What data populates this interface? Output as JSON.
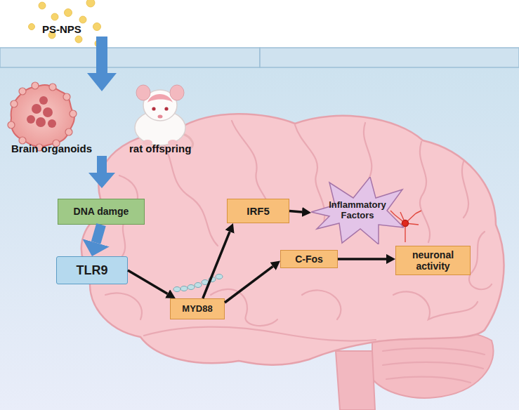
{
  "diagram": {
    "nodes": [
      {
        "text": [
          "DNA damge"
        ]
      },
      {
        "text": [
          "TLR9"
        ]
      },
      {
        "text": [
          "MYD88"
        ]
      },
      {
        "text": [
          "IRF5"
        ]
      },
      {
        "text": [
          "Inflammatory Factors"
        ]
      },
      {
        "text": [
          "C-Fos"
        ]
      },
      {
        "text": [
          "neuronal activity"
        ]
      }
    ],
    "edges": [
      {
        "from": 0,
        "to": 1,
        "arrow": "to"
      },
      {
        "from": 1,
        "to": 2,
        "arrow": "to"
      },
      {
        "from": 2,
        "to": 3,
        "arrow": "to"
      },
      {
        "from": 2,
        "to": 5,
        "arrow": "to"
      },
      {
        "from": 3,
        "to": 4,
        "arrow": "to"
      },
      {
        "from": 5,
        "to": 6,
        "arrow": "to"
      }
    ],
    "labels": [
      "PS-NPS",
      "Brain organoids",
      "rat offspring"
    ]
  }
}
